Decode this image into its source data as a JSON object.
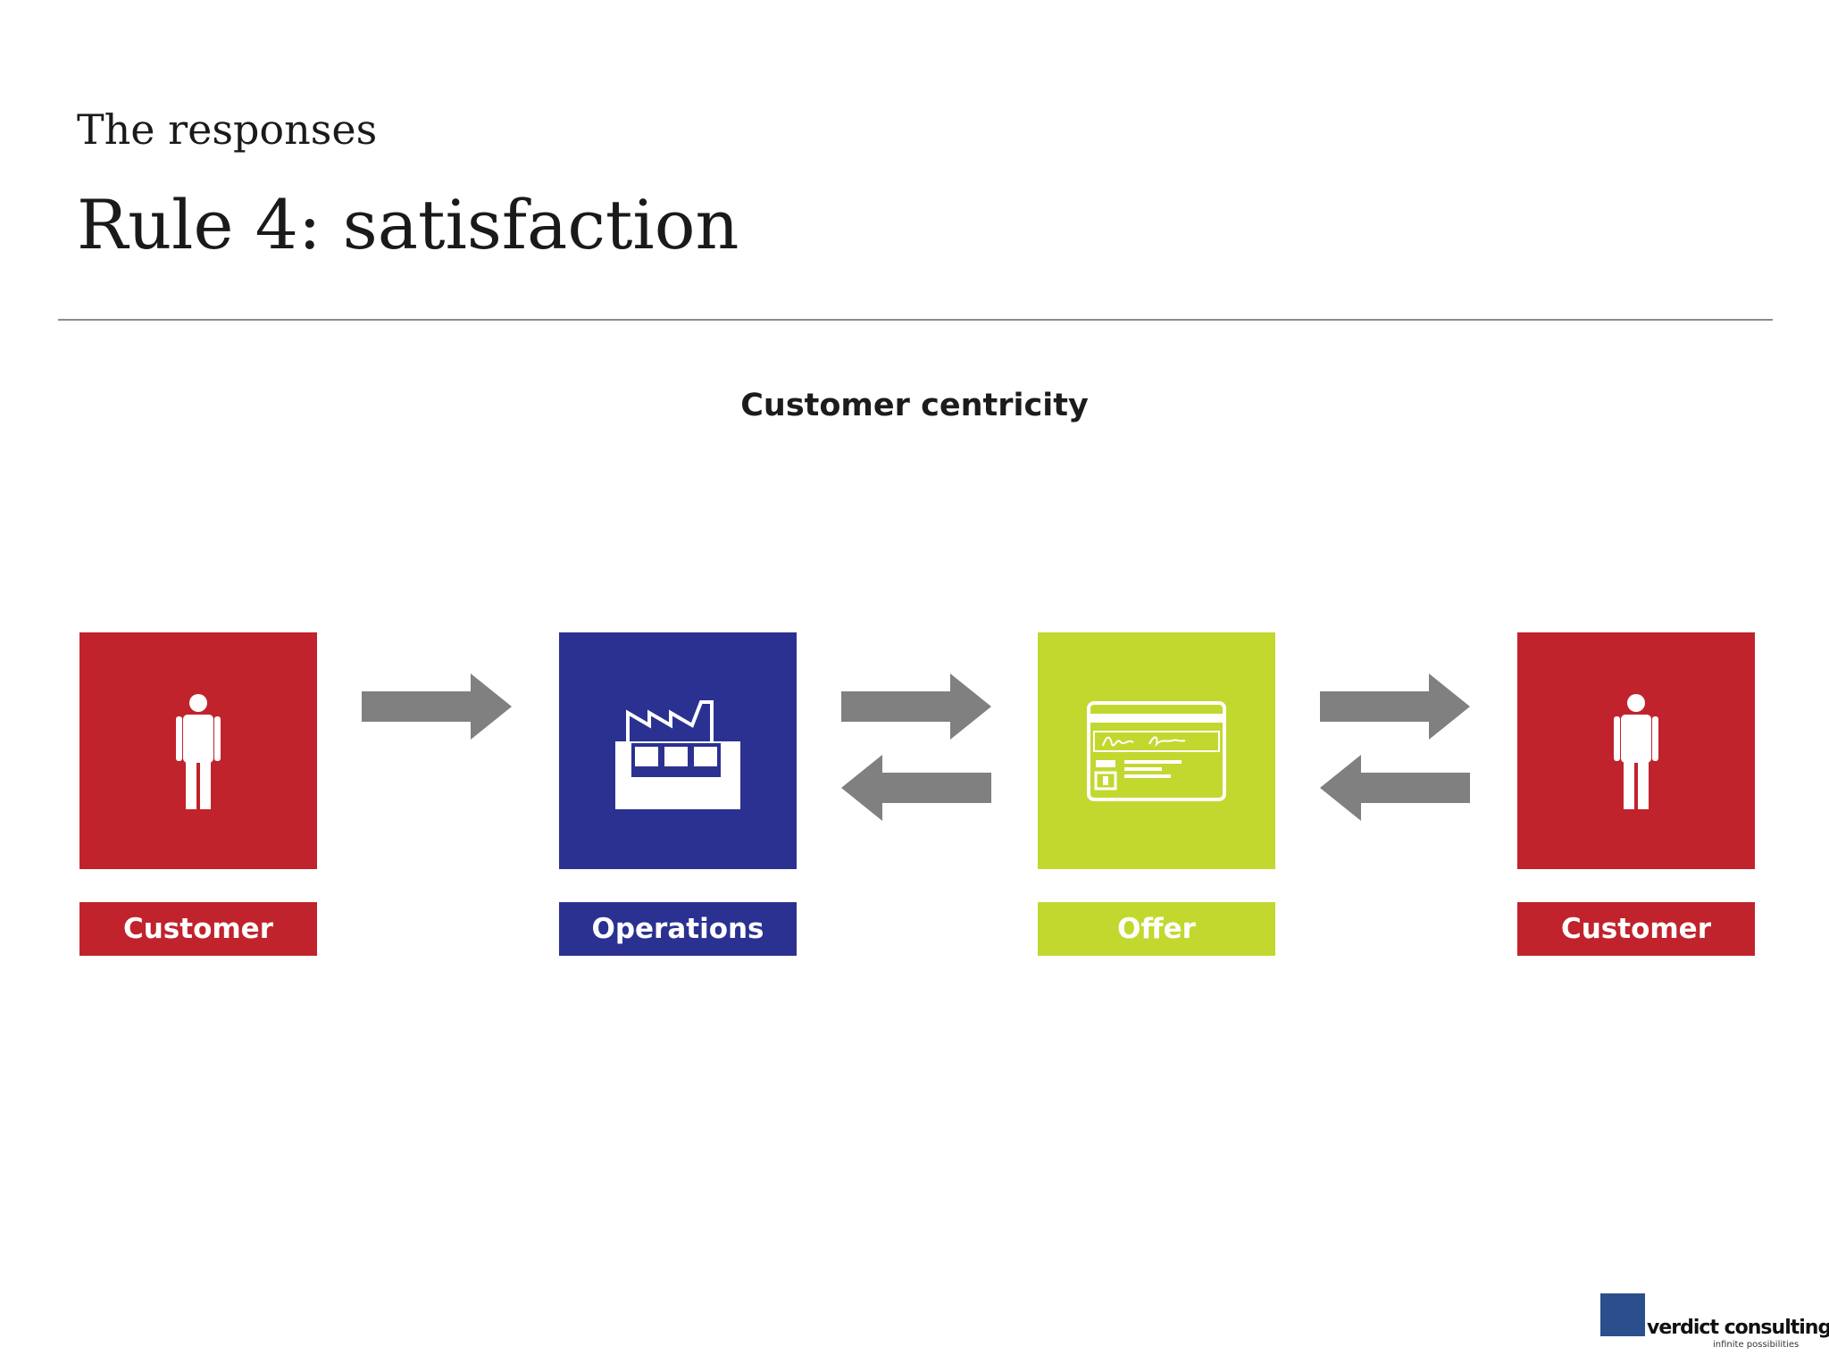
{
  "header": {
    "subtitle": "The responses",
    "title": "Rule 4: satisfaction"
  },
  "diagram": {
    "title": "Customer centricity",
    "nodes": [
      {
        "label": "Customer",
        "icon": "person-icon",
        "color": "#c0232c"
      },
      {
        "label": "Operations",
        "icon": "factory-icon",
        "color": "#2b3191"
      },
      {
        "label": "Offer",
        "icon": "card-icon",
        "color": "#c2d82f"
      },
      {
        "label": "Customer",
        "icon": "person-icon",
        "color": "#c0232c"
      }
    ],
    "arrow_color": "#808080",
    "connections": [
      {
        "from": "Customer",
        "to": "Operations",
        "direction": "forward"
      },
      {
        "from": "Operations",
        "to": "Offer",
        "direction": "both"
      },
      {
        "from": "Offer",
        "to": "Customer",
        "direction": "both"
      }
    ]
  },
  "logo": {
    "name": "verdict consulting",
    "tagline": "infinite possibilities",
    "color": "#2b4f8c"
  }
}
